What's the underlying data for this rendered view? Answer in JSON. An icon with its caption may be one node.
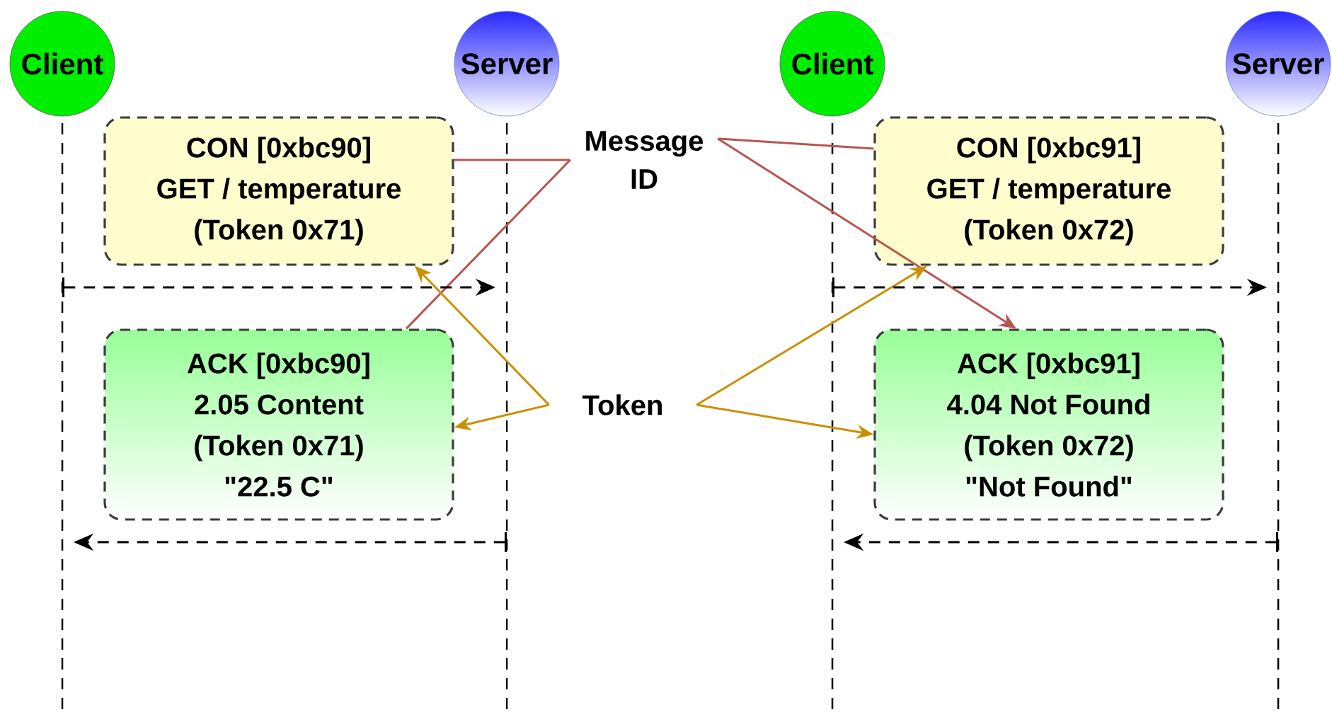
{
  "diagram": {
    "nodes": [
      {
        "text": [
          "Client"
        ]
      },
      {
        "text": [
          "Server"
        ]
      },
      {
        "text": [
          "Client"
        ]
      },
      {
        "text": [
          "Server"
        ]
      },
      {
        "text": [
          "CON [0xbc90]",
          "GET / temperature",
          "(Token 0x71)"
        ]
      },
      {
        "text": [
          "ACK [0xbc90]",
          "2.05 Content",
          "(Token 0x71)",
          "\"22.5 C\""
        ]
      },
      {
        "text": [
          "CON [0xbc91]",
          "GET / temperature",
          "(Token 0x72)"
        ]
      },
      {
        "text": [
          "ACK [0xbc91]",
          "4.04 Not Found",
          "(Token 0x72)",
          "\"Not Found\""
        ]
      },
      {
        "text": [
          "Message ID"
        ]
      },
      {
        "text": [
          "Token"
        ]
      }
    ],
    "edges": [
      {
        "from": 8,
        "to": 4,
        "arrow": "none",
        "color": "#b85450"
      },
      {
        "from": 8,
        "to": 5,
        "arrow": "none",
        "color": "#b85450"
      },
      {
        "from": 8,
        "to": 6,
        "arrow": "none",
        "color": "#b85450"
      },
      {
        "from": 8,
        "to": 7,
        "arrow": "to",
        "color": "#b85450"
      },
      {
        "from": 9,
        "to": 4,
        "arrow": "to",
        "color": "#c99000"
      },
      {
        "from": 9,
        "to": 5,
        "arrow": "to",
        "color": "#c99000"
      },
      {
        "from": 9,
        "to": 6,
        "arrow": "to",
        "color": "#c99000"
      },
      {
        "from": 9,
        "to": 7,
        "arrow": "to",
        "color": "#c99000"
      }
    ]
  }
}
